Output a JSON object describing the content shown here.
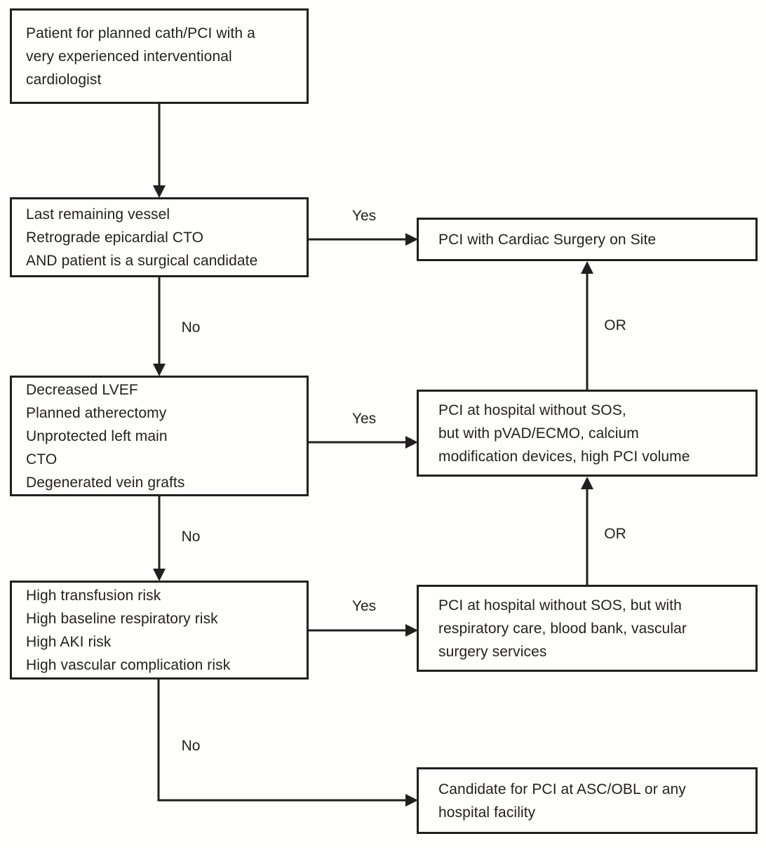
{
  "flowchart": {
    "left_boxes": [
      {
        "name": "planned-cath-pci",
        "lines": [
          "Patient for planned cath/PCI with a",
          "very experienced interventional",
          "cardiologist"
        ]
      },
      {
        "name": "surgical-candidate-criteria",
        "lines": [
          "Last remaining vessel",
          "Retrograde epicardial CTO",
          "AND patient is a surgical candidate"
        ]
      },
      {
        "name": "high-complexity-criteria",
        "lines": [
          "Decreased LVEF",
          "Planned atherectomy",
          "Unprotected left main",
          "CTO",
          "Degenerated vein grafts"
        ]
      },
      {
        "name": "high-risk-criteria",
        "lines": [
          "High transfusion risk",
          "High baseline respiratory risk",
          "High AKI risk",
          "High vascular complication risk"
        ]
      }
    ],
    "right_boxes": [
      {
        "name": "pci-with-cardiac-surgery-on-site",
        "lines": [
          "PCI with Cardiac Surgery on Site"
        ]
      },
      {
        "name": "pci-hospital-without-sos-pvad",
        "lines": [
          "PCI at hospital without SOS,",
          "but with pVAD/ECMO, calcium",
          "modification devices, high PCI volume"
        ]
      },
      {
        "name": "pci-hospital-without-sos-services",
        "lines": [
          "PCI at hospital without SOS, but with",
          "respiratory care, blood bank, vascular",
          "surgery services"
        ]
      },
      {
        "name": "pci-asc-obl-any-hospital",
        "lines": [
          "Candidate for PCI at ASC/OBL or any",
          "hospital facility"
        ]
      }
    ],
    "edge_labels": [
      {
        "name": "yes-1",
        "text": "Yes"
      },
      {
        "name": "no-1",
        "text": "No"
      },
      {
        "name": "yes-2",
        "text": "Yes"
      },
      {
        "name": "no-2",
        "text": "No"
      },
      {
        "name": "yes-3",
        "text": "Yes"
      },
      {
        "name": "no-3",
        "text": "No"
      },
      {
        "name": "or-1",
        "text": "OR"
      },
      {
        "name": "or-2",
        "text": "OR"
      }
    ],
    "colors": {
      "line": "#231f20",
      "text": "#231f20",
      "background": "#fefefc",
      "box_fill": "#fefefc"
    }
  }
}
